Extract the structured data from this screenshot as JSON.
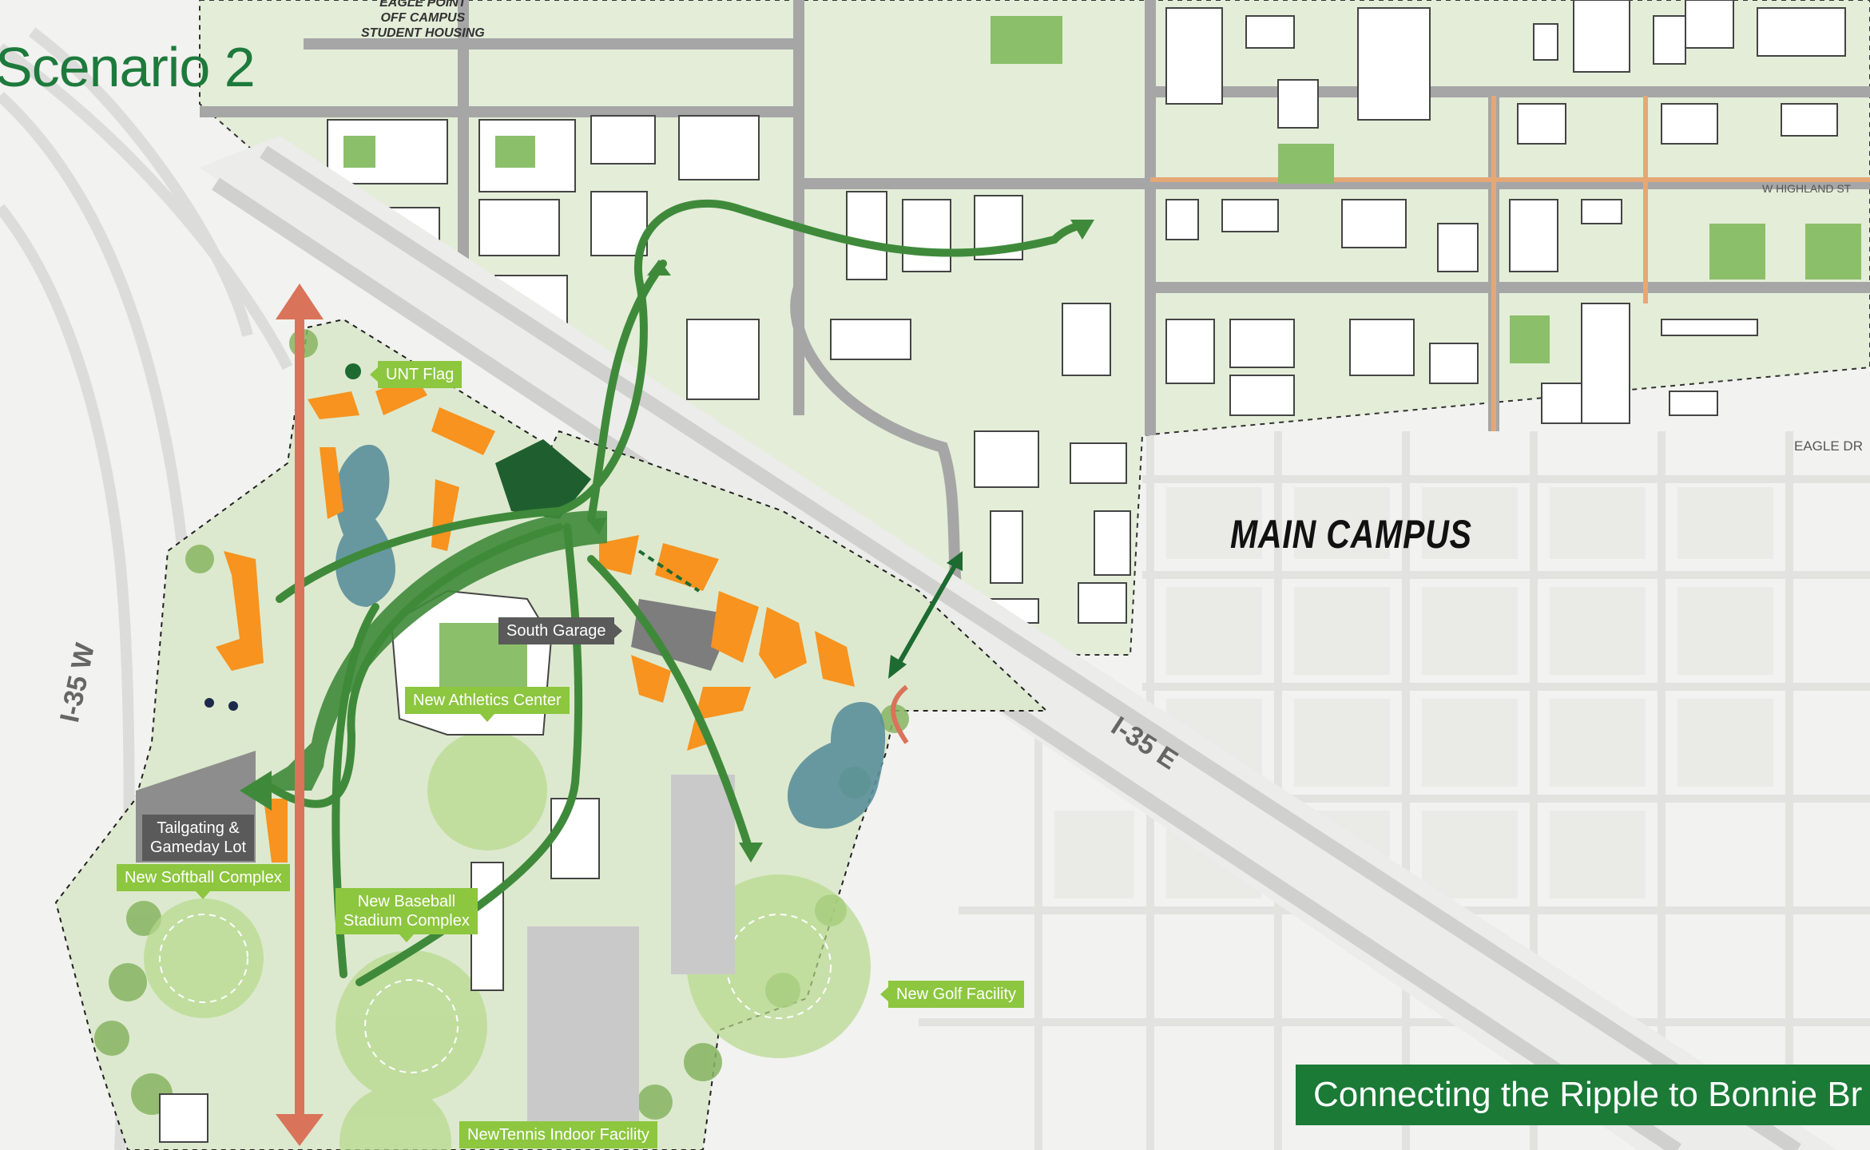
{
  "title": "Scenario 2",
  "banner": "Connecting the Ripple to Bonnie Br",
  "campus_label": "MAIN CAMPUS",
  "housing_label": [
    "EAGLE POINT",
    "OFF CAMPUS",
    "STUDENT HOUSING"
  ],
  "roads": {
    "eagle_dr": "EAGLE DR",
    "highland": "W HIGHLAND ST",
    "i35w": "I-35 W",
    "i35e": "I-35 E"
  },
  "callouts": {
    "unt_flag": "UNT Flag",
    "south_garage": "South Garage",
    "athletics": "New Athletics Center",
    "tailgating_1": "Tailgating &",
    "tailgating_2": "Gameday Lot",
    "softball": "New Softball Complex",
    "baseball_1": "New Baseball",
    "baseball_2": "Stadium Complex",
    "golf": "New Golf Facility",
    "tennis": "NewTennis Indoor Facility"
  },
  "colors": {
    "accent": "#1a7a36",
    "callout": "#8dc63f",
    "building_new": "#f7931e",
    "pond": "#5a8f9a",
    "arrow": "#3f8a3a",
    "corridor": "#d9735a"
  }
}
